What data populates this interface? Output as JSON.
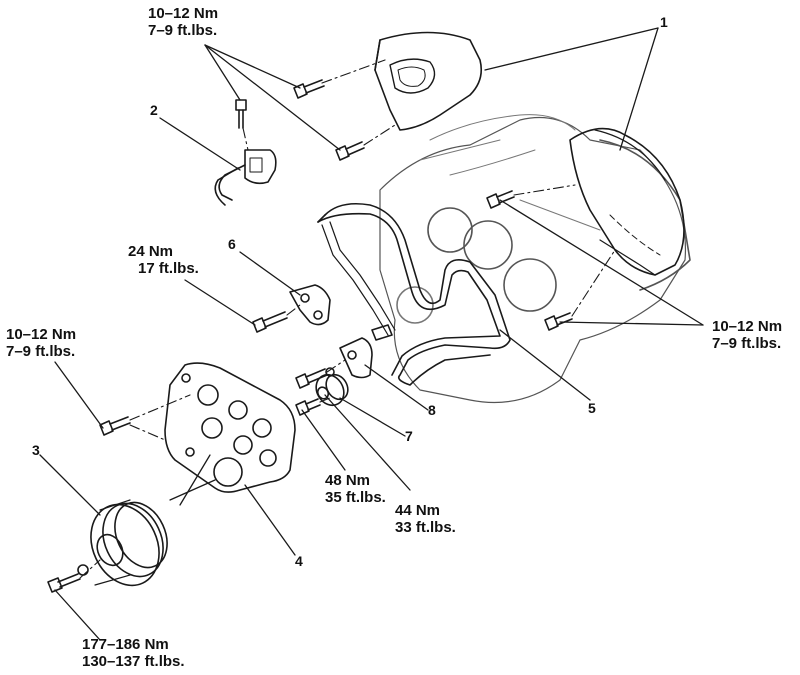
{
  "callouts": [
    {
      "id": "1",
      "label": "1"
    },
    {
      "id": "2",
      "label": "2"
    },
    {
      "id": "3",
      "label": "3"
    },
    {
      "id": "4",
      "label": "4"
    },
    {
      "id": "5",
      "label": "5"
    },
    {
      "id": "6",
      "label": "6"
    },
    {
      "id": "7",
      "label": "7"
    },
    {
      "id": "8",
      "label": "8"
    }
  ],
  "torque_specs": {
    "upper_cover_bolts": {
      "nm": "10–12 Nm",
      "ftlbs": "7–9 ft.lbs."
    },
    "rear_cover_bolts": {
      "nm": "10–12 Nm",
      "ftlbs": "7–9 ft.lbs."
    },
    "sensor_bolt": {
      "nm": "24 Nm",
      "ftlbs": "17 ft.lbs."
    },
    "lower_cover_bolts": {
      "nm": "10–12 Nm",
      "ftlbs": "7–9 ft.lbs."
    },
    "tensioner_bracket_bolt": {
      "nm": "48 Nm",
      "ftlbs": "35 ft.lbs."
    },
    "tensioner_pulley_bolt": {
      "nm": "44 Nm",
      "ftlbs": "33 ft.lbs."
    },
    "crank_pulley_bolt": {
      "nm": "177–186 Nm",
      "ftlbs": "130–137 ft.lbs."
    }
  }
}
